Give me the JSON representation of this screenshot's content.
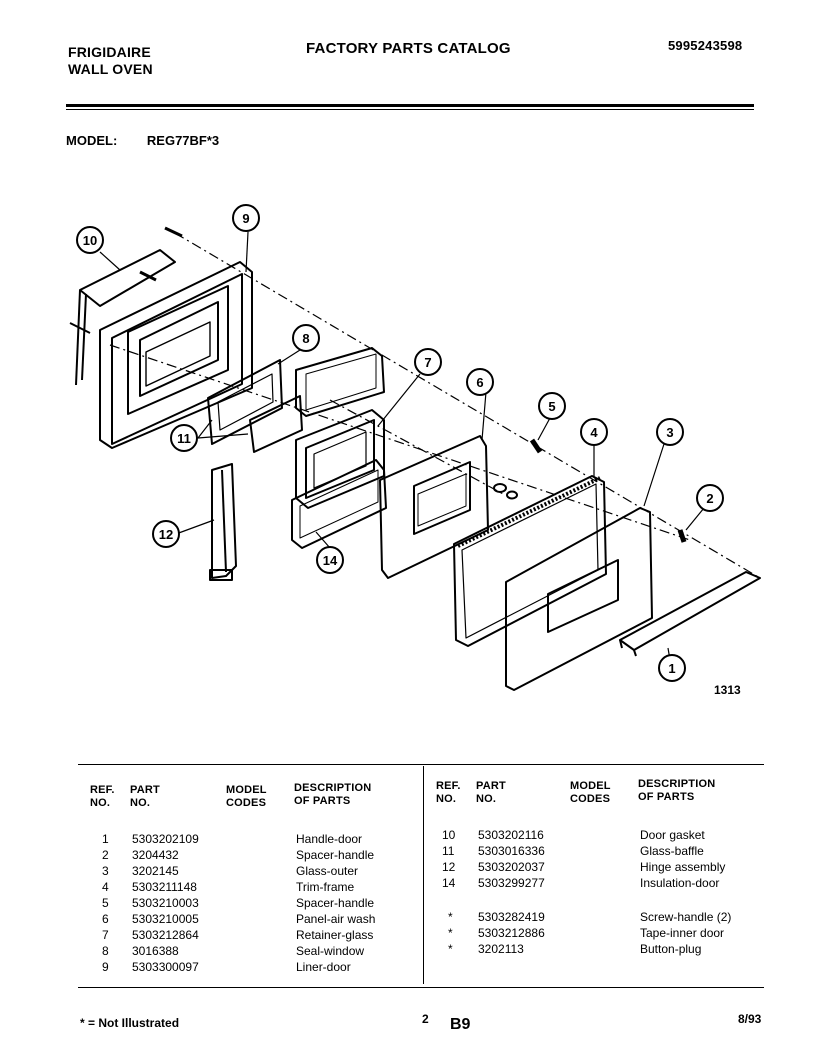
{
  "header": {
    "brand_line1": "FRIGIDAIRE",
    "brand_line2": "WALL OVEN",
    "catalog_title": "FACTORY PARTS CATALOG",
    "document_number": "5995243598"
  },
  "model": {
    "label": "MODEL:",
    "value": "REG77BF*3"
  },
  "diagram": {
    "figure_number": "1313",
    "callouts": [
      "1",
      "2",
      "3",
      "4",
      "5",
      "6",
      "7",
      "8",
      "9",
      "10",
      "11",
      "12",
      "14"
    ]
  },
  "table": {
    "headers": {
      "ref": "REF.",
      "ref2": "NO.",
      "part": "PART",
      "part2": "NO.",
      "model": "MODEL",
      "model2": "CODES",
      "desc": "DESCRIPTION",
      "desc2": "OF PARTS"
    },
    "left_rows": [
      {
        "ref": "1",
        "part": "5303202109",
        "desc": "Handle-door"
      },
      {
        "ref": "2",
        "part": "3204432",
        "desc": "Spacer-handle"
      },
      {
        "ref": "3",
        "part": "3202145",
        "desc": "Glass-outer"
      },
      {
        "ref": "4",
        "part": "5303211148",
        "desc": "Trim-frame"
      },
      {
        "ref": "5",
        "part": "5303210003",
        "desc": "Spacer-handle"
      },
      {
        "ref": "6",
        "part": "5303210005",
        "desc": "Panel-air wash"
      },
      {
        "ref": "7",
        "part": "5303212864",
        "desc": "Retainer-glass"
      },
      {
        "ref": "8",
        "part": "3016388",
        "desc": "Seal-window"
      },
      {
        "ref": "9",
        "part": "5303300097",
        "desc": "Liner-door"
      }
    ],
    "right_rows": [
      {
        "ref": "10",
        "part": "5303202116",
        "desc": "Door gasket"
      },
      {
        "ref": "11",
        "part": "5303016336",
        "desc": "Glass-baffle"
      },
      {
        "ref": "12",
        "part": "5303202037",
        "desc": "Hinge assembly"
      },
      {
        "ref": "14",
        "part": "5303299277",
        "desc": "Insulation-door"
      },
      {
        "ref": "*",
        "part": "5303282419",
        "desc": "Screw-handle (2)"
      },
      {
        "ref": "*",
        "part": "5303212886",
        "desc": "Tape-inner door"
      },
      {
        "ref": "*",
        "part": "3202113",
        "desc": "Button-plug"
      }
    ]
  },
  "footer": {
    "note": "* = Not Illustrated",
    "page_number": "2",
    "section": "B9",
    "date": "8/93"
  }
}
